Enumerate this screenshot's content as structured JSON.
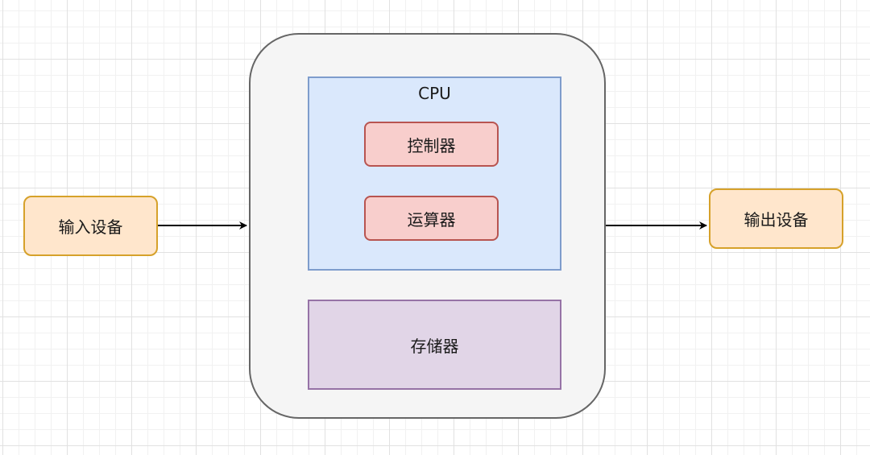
{
  "diagram": {
    "input_device": "输入设备",
    "output_device": "输出设备",
    "cpu_label": "CPU",
    "controller": "控制器",
    "alu": "运算器",
    "memory": "存储器"
  },
  "colors": {
    "computer_fill": "#f5f5f5",
    "computer_border": "#666666",
    "cpu_fill": "#dae8fc",
    "cpu_border": "#7e9ccc",
    "unit_fill": "#f8cecc",
    "unit_border": "#b85450",
    "memory_fill": "#e1d5e7",
    "memory_border": "#9673a6",
    "io_fill": "#ffe6cc",
    "io_border": "#d6a12a",
    "arrow": "#000000"
  }
}
